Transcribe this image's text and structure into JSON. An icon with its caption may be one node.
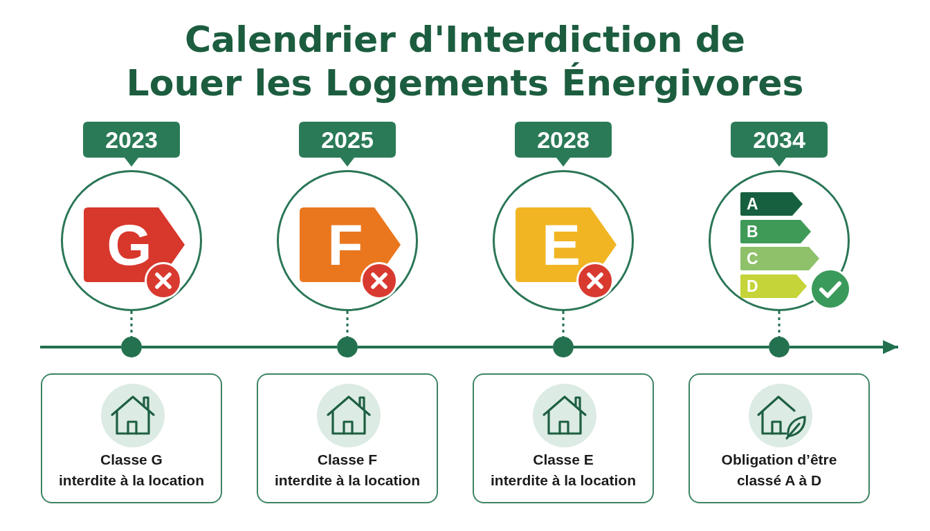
{
  "diagram": {
    "title": "Calendrier d'Interdiction de Louer les Logements Énergivores",
    "nodes": [
      {
        "text": [
          "2023"
        ]
      },
      {
        "text": [],
        "shape": "circle"
      },
      {
        "text": [
          "G"
        ],
        "in": 1
      },
      {
        "text": [],
        "shape": "circle"
      },
      {
        "text": [
          "Classe G",
          "interdite à la location"
        ]
      },
      {
        "text": [
          "2025"
        ]
      },
      {
        "text": [],
        "shape": "circle"
      },
      {
        "text": [
          "F"
        ],
        "in": 6
      },
      {
        "text": [],
        "shape": "circle"
      },
      {
        "text": [
          "Classe F",
          "interdite à la location"
        ]
      },
      {
        "text": [
          "2028"
        ]
      },
      {
        "text": [],
        "shape": "circle"
      },
      {
        "text": [
          "E"
        ],
        "in": 11
      },
      {
        "text": [],
        "shape": "circle"
      },
      {
        "text": [
          "Classe E",
          "interdite à la location"
        ]
      },
      {
        "text": [
          "2034"
        ]
      },
      {
        "text": [],
        "shape": "circle"
      },
      {
        "text": [
          "A"
        ],
        "in": 16
      },
      {
        "text": [
          "B"
        ],
        "in": 16
      },
      {
        "text": [
          "C"
        ],
        "in": 16
      },
      {
        "text": [
          "D"
        ],
        "in": 16
      },
      {
        "text": [],
        "shape": "circle"
      },
      {
        "text": [
          "Obligation d’être classé A à D"
        ]
      }
    ],
    "edges": [
      {
        "from": null,
        "to": 3,
        "arrow": "none"
      },
      {
        "from": 3,
        "to": 8,
        "arrow": "none"
      },
      {
        "from": 8,
        "to": 13,
        "arrow": "none"
      },
      {
        "from": 13,
        "to": 21,
        "arrow": "none"
      },
      {
        "from": 21,
        "to": null,
        "arrow": "to"
      },
      {
        "from": 1,
        "to": 3,
        "arrow": "none",
        "style": "dashed"
      },
      {
        "from": 6,
        "to": 8,
        "arrow": "none",
        "style": "dashed"
      },
      {
        "from": 11,
        "to": 13,
        "arrow": "none",
        "style": "dashed"
      },
      {
        "from": 16,
        "to": 21,
        "arrow": "none",
        "style": "dashed"
      }
    ]
  }
}
